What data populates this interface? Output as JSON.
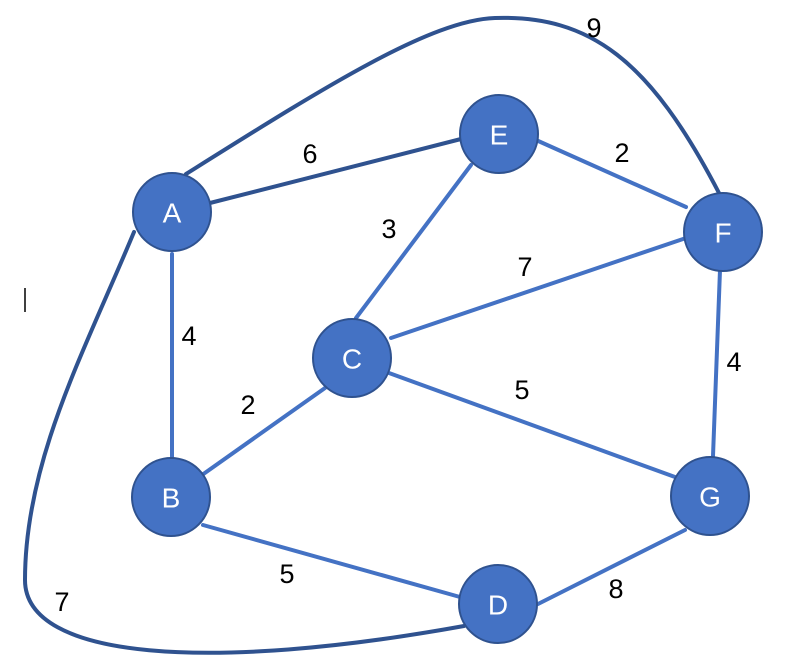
{
  "graph": {
    "nodes": [
      {
        "id": "A",
        "label": "A"
      },
      {
        "id": "B",
        "label": "B"
      },
      {
        "id": "C",
        "label": "C"
      },
      {
        "id": "D",
        "label": "D"
      },
      {
        "id": "E",
        "label": "E"
      },
      {
        "id": "F",
        "label": "F"
      },
      {
        "id": "G",
        "label": "G"
      }
    ],
    "edges": [
      {
        "from": "A",
        "to": "E",
        "weight": "6"
      },
      {
        "from": "E",
        "to": "F",
        "weight": "2"
      },
      {
        "from": "A",
        "to": "F",
        "weight": "9"
      },
      {
        "from": "A",
        "to": "B",
        "weight": "4"
      },
      {
        "from": "E",
        "to": "C",
        "weight": "3"
      },
      {
        "from": "C",
        "to": "F",
        "weight": "7"
      },
      {
        "from": "B",
        "to": "C",
        "weight": "2"
      },
      {
        "from": "C",
        "to": "G",
        "weight": "5"
      },
      {
        "from": "F",
        "to": "G",
        "weight": "4"
      },
      {
        "from": "B",
        "to": "D",
        "weight": "5"
      },
      {
        "from": "D",
        "to": "G",
        "weight": "8"
      },
      {
        "from": "A",
        "to": "D",
        "weight": "7"
      }
    ]
  },
  "colors": {
    "node_fill": "#4472C4",
    "node_stroke": "#2F528F",
    "edge": "#4472C4",
    "curved_edge": "#2F528F",
    "node_text": "#FFFFFF",
    "weight_text": "#000000"
  }
}
